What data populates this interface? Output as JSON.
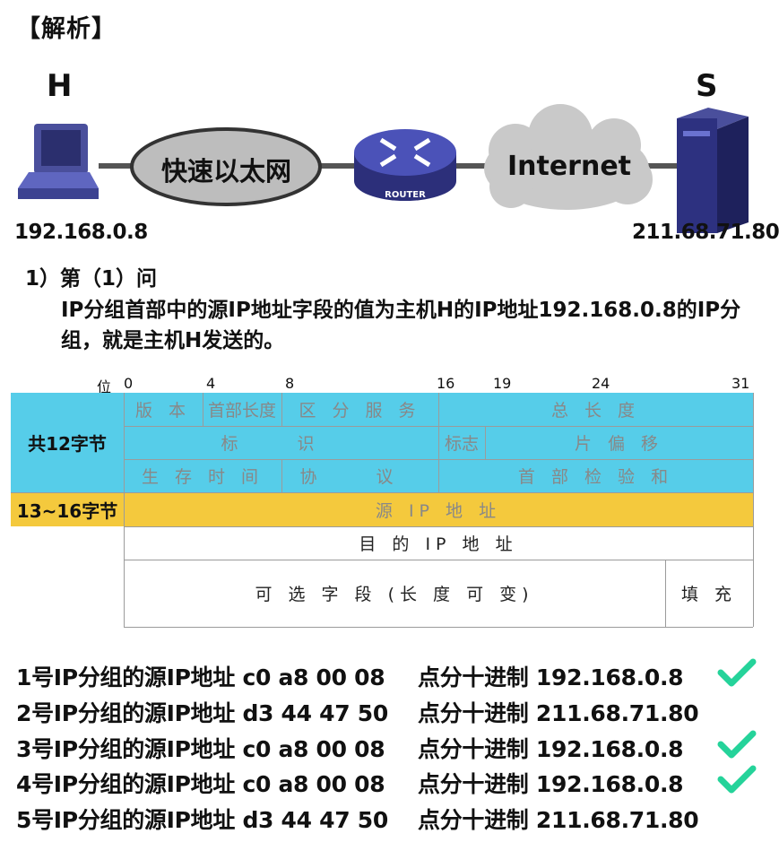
{
  "heading": "【解析】",
  "diagram": {
    "host_label": "H",
    "server_label": "S",
    "ethernet_label": "快速以太网",
    "router_text": "ROUTER",
    "internet_label": "Internet",
    "host_ip": "192.168.0.8",
    "server_ip": "211.68.71.80"
  },
  "question": {
    "number": "1）第（1）问",
    "answer": "IP分组首部中的源IP地址字段的值为主机H的IP地址192.168.0.8的IP分组，就是主机H发送的。"
  },
  "ip_header": {
    "bit_label": "位",
    "bit_ticks": [
      "0",
      "4",
      "8",
      "16",
      "19",
      "24",
      "31"
    ],
    "side_labels": {
      "fixed": "共12字节",
      "source": "13~16字节"
    },
    "fields": {
      "version": "版 本",
      "ihl": "首部长度",
      "tos": "区 分 服 务",
      "total_length": "总 长 度",
      "identification": "标 识",
      "flags": "标志",
      "fragment_offset": "片 偏 移",
      "ttl": "生 存 时 间",
      "protocol": "协 议",
      "checksum": "首 部 检 验 和",
      "source_ip": "源 IP 地 址",
      "dest_ip": "目 的 IP 地 址",
      "options": "可 选 字 段 (长 度 可 变)",
      "padding": "填 充"
    },
    "colors": {
      "fixed_band": "#56cde9",
      "source_band": "#f4c93d"
    }
  },
  "packets": [
    {
      "label": "1号IP分组的源IP地址 c0 a8 00 08",
      "decimal": "点分十进制 192.168.0.8",
      "checked": true
    },
    {
      "label": "2号IP分组的源IP地址 d3 44 47 50",
      "decimal": "点分十进制 211.68.71.80",
      "checked": false
    },
    {
      "label": "3号IP分组的源IP地址 c0 a8 00 08",
      "decimal": "点分十进制 192.168.0.8",
      "checked": true
    },
    {
      "label": "4号IP分组的源IP地址 c0 a8 00 08",
      "decimal": "点分十进制 192.168.0.8",
      "checked": true
    },
    {
      "label": "5号IP分组的源IP地址 d3 44 47 50",
      "decimal": "点分十进制 211.68.71.80",
      "checked": false
    }
  ],
  "check_color": "#25d39a"
}
